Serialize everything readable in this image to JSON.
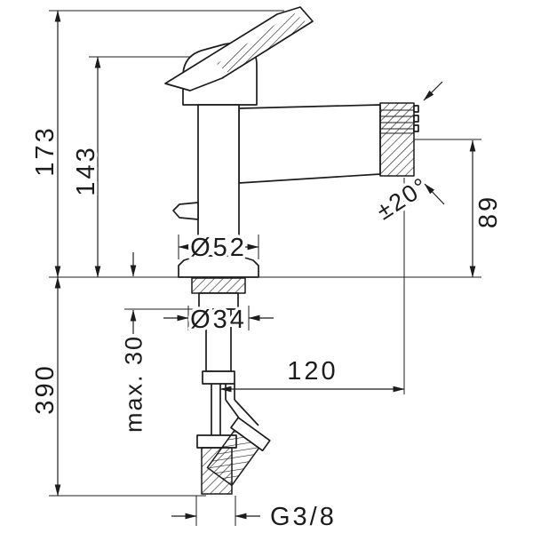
{
  "labels": {
    "total_height": "173",
    "handle_height": "143",
    "hose_length": "390",
    "max_mounting_depth": "max. 30",
    "base_diameter": "Ø52",
    "tail_diameter": "Ø34",
    "spout_reach": "120",
    "spout_height": "89",
    "swivel_angle": "±20°",
    "connection_thread": "G3/8"
  },
  "colors": {
    "ink": "#1c1c1c",
    "background": "#ffffff"
  }
}
